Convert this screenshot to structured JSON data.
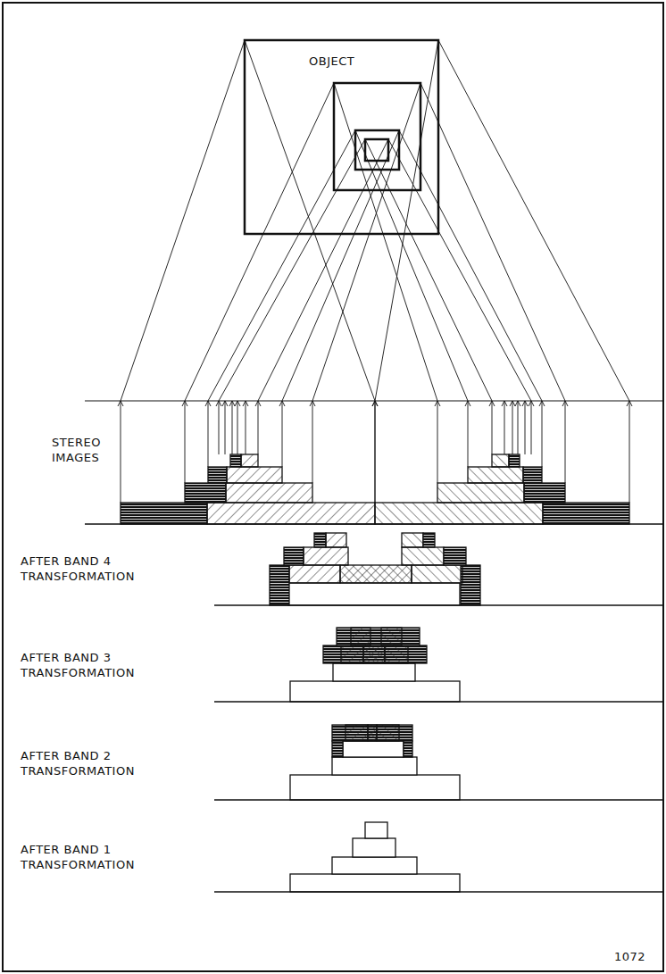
{
  "diagram": {
    "labels": [
      "OBJECT",
      "STEREO IMAGES",
      "AFTER BAND 4 TRANSFORMATION",
      "AFTER BAND 3 TRANSFORMATION",
      "AFTER BAND 2 TRANSFORMATION",
      "AFTER BAND 1 TRANSFORMATION",
      "1072"
    ]
  }
}
